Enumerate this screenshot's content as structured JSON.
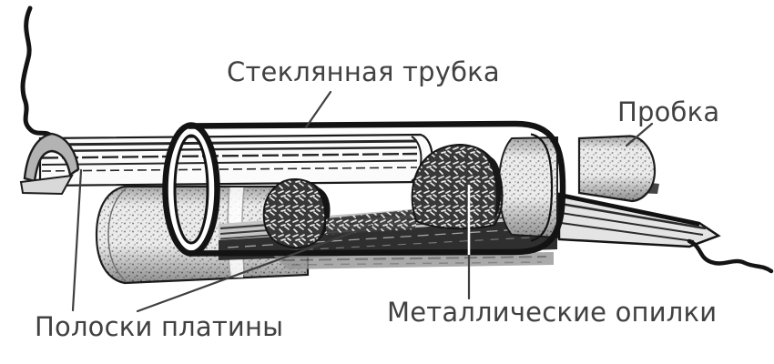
{
  "figure": {
    "type": "technical-illustration",
    "labels": {
      "glass_tube": "Стеклянная трубка",
      "cork": "Пробка",
      "platinum_strips": "Полоски платины",
      "metal_filings": "Металлические опилки"
    },
    "palette": {
      "background": "#ffffff",
      "ink": "#141414",
      "label_text": "#414141",
      "cork_fill": "#ebebeb",
      "filings_fill": "#383838",
      "leader_line": "#3f3f3f"
    }
  }
}
